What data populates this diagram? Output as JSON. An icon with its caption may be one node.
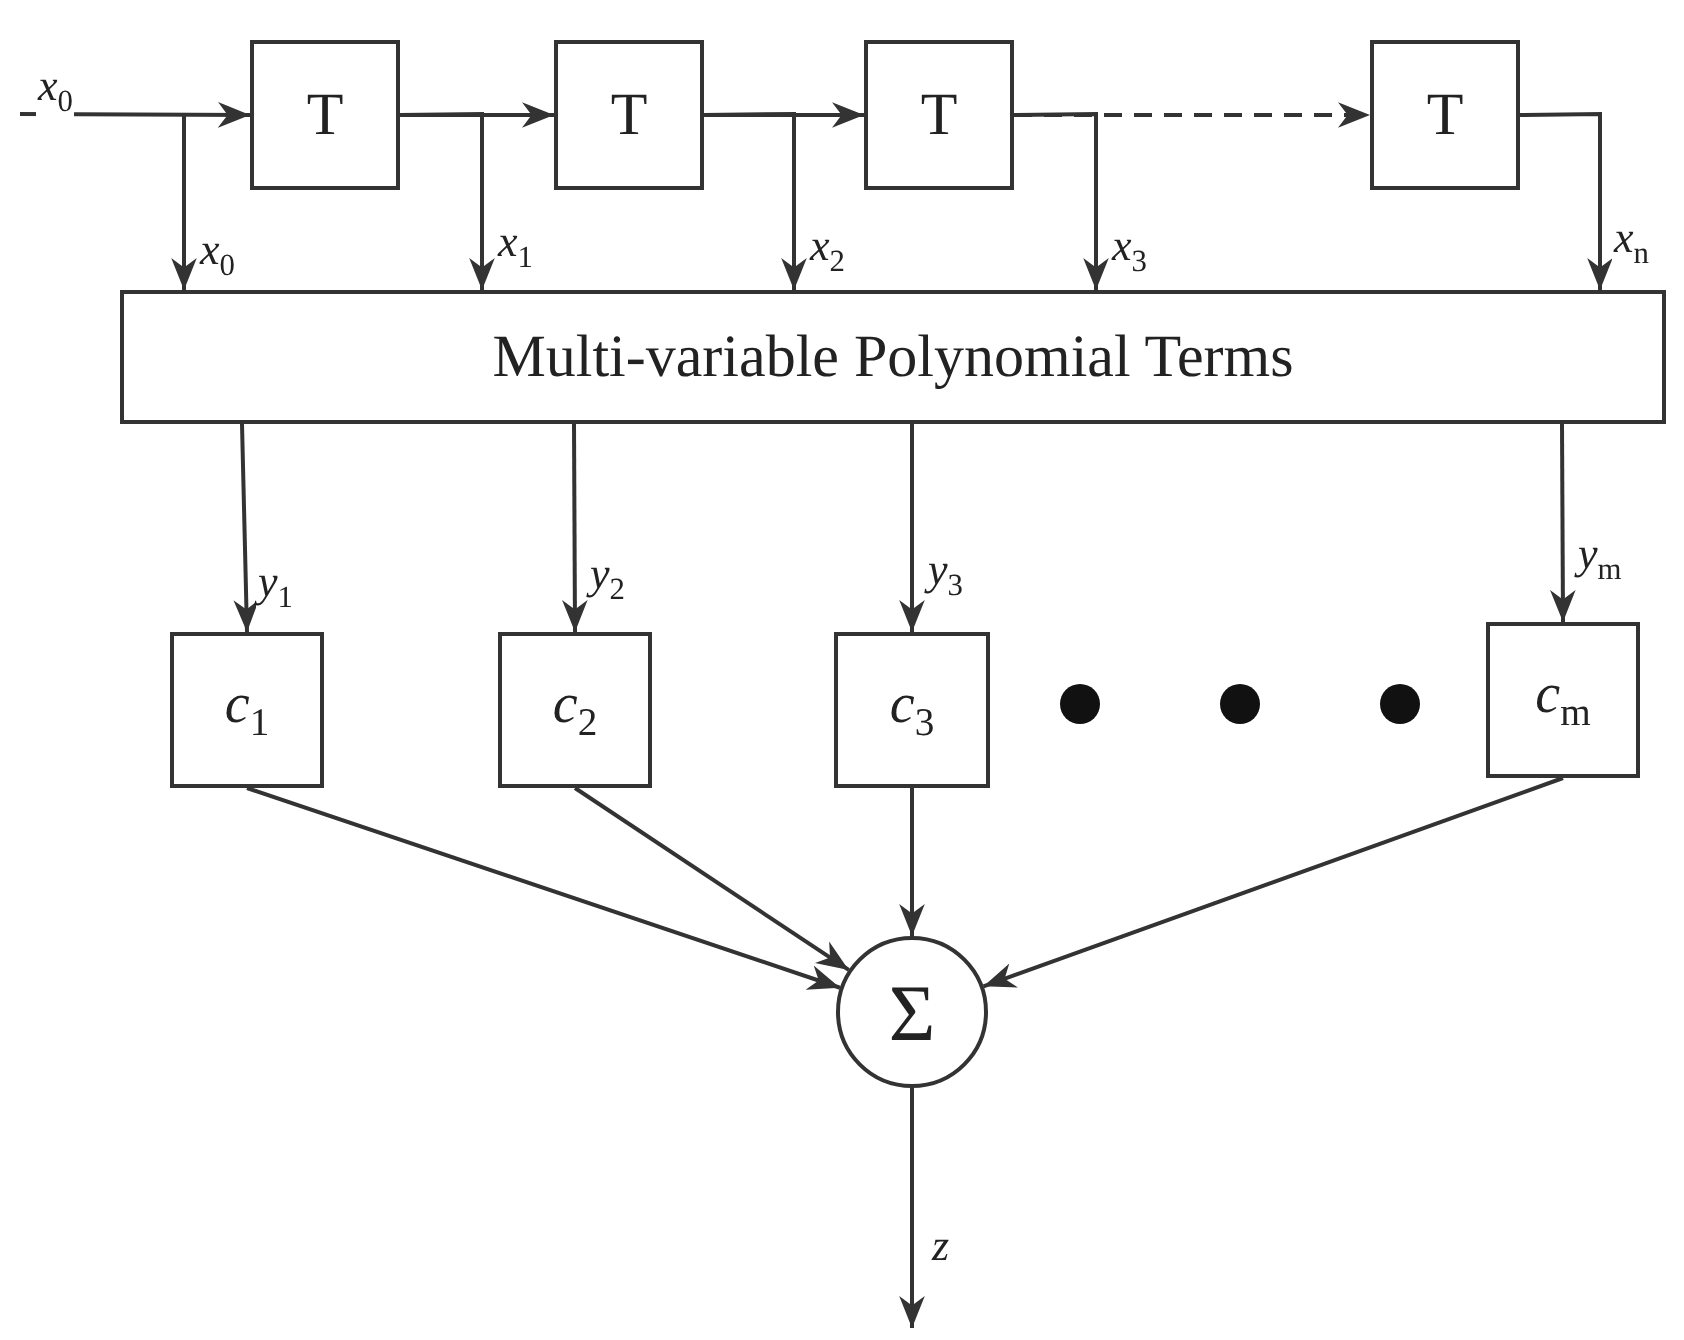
{
  "diagram": {
    "nodes": [
      {
        "text": [
          "T"
        ]
      },
      {
        "text": [
          "T"
        ]
      },
      {
        "text": [
          "T"
        ]
      },
      {
        "text": [
          "T"
        ]
      },
      {
        "text": [
          "Multi-variable Polynomial Terms"
        ]
      },
      {
        "text": [
          "*c*$_{1}$"
        ]
      },
      {
        "text": [
          "*c*$_{2}$"
        ]
      },
      {
        "text": [
          "*c*$_{3}$"
        ]
      },
      {
        "text": [
          "*c*$_{m}$"
        ]
      },
      {
        "text": [
          "Σ"
        ]
      }
    ],
    "edges": [
      {
        "from": null,
        "to": 0,
        "arrow": "to",
        "label": "*x*$_{0}$"
      },
      {
        "from": 0,
        "to": 1,
        "arrow": "to"
      },
      {
        "from": 1,
        "to": 2,
        "arrow": "to"
      },
      {
        "from": 2,
        "to": 3,
        "arrow": "to",
        "style": "dashed"
      },
      {
        "from": null,
        "to": 4,
        "arrow": "to",
        "label": "*x*$_{0}$"
      },
      {
        "from": 0,
        "to": 4,
        "arrow": "to",
        "label": "*x*$_{1}$"
      },
      {
        "from": 1,
        "to": 4,
        "arrow": "to",
        "label": "*x*$_{2}$"
      },
      {
        "from": 2,
        "to": 4,
        "arrow": "to",
        "label": "*x*$_{3}$"
      },
      {
        "from": 3,
        "to": 4,
        "arrow": "to",
        "label": "*x*$_{n}$"
      },
      {
        "from": 4,
        "to": 5,
        "arrow": "to",
        "label": "*y*$_{1}$"
      },
      {
        "from": 4,
        "to": 6,
        "arrow": "to",
        "label": "*y*$_{2}$"
      },
      {
        "from": 4,
        "to": 7,
        "arrow": "to",
        "label": "*y*$_{3}$"
      },
      {
        "from": 4,
        "to": 8,
        "arrow": "to",
        "label": "*y*$_{m}$"
      },
      {
        "from": 5,
        "to": 9,
        "arrow": "to"
      },
      {
        "from": 6,
        "to": 9,
        "arrow": "to"
      },
      {
        "from": 7,
        "to": 9,
        "arrow": "to"
      },
      {
        "from": 8,
        "to": 9,
        "arrow": "to"
      },
      {
        "from": 9,
        "to": null,
        "arrow": "to",
        "label": "*z*"
      }
    ]
  }
}
